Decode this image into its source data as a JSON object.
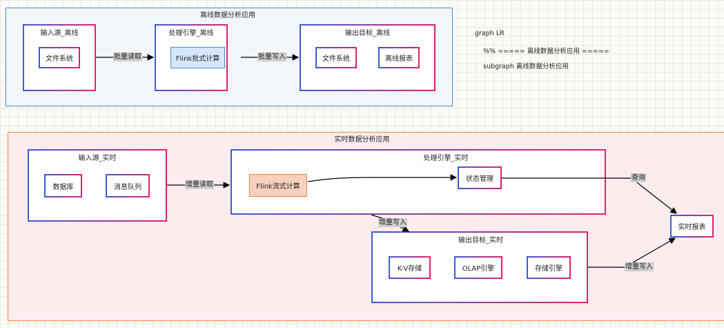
{
  "offline": {
    "title": "离线数据分析应用",
    "input": {
      "title": "输入源_离线",
      "nodes": [
        "文件系统"
      ]
    },
    "engine": {
      "title": "处理引擎_离线",
      "nodes": [
        "Flink批式计算"
      ]
    },
    "output": {
      "title": "输出目标_离线",
      "nodes": [
        "文件系统",
        "离线报表"
      ]
    },
    "edges": [
      "批量读取",
      "批量写入"
    ]
  },
  "realtime": {
    "title": "实时数据分析应用",
    "input": {
      "title": "输入源_实时",
      "nodes": [
        "数据库",
        "消息队列"
      ]
    },
    "engine": {
      "title": "处理引擎_实时",
      "nodes": [
        "Flink流式计算",
        "状态管理"
      ]
    },
    "output": {
      "title": "输出目标_实时",
      "nodes": [
        "K-V存储",
        "OLAP引擎",
        "存储引擎"
      ]
    },
    "report": "实时报表",
    "edges": {
      "read": "增量读取",
      "write_engine": "增量写入",
      "query": "查询",
      "write_output": "增量写入"
    }
  },
  "code": {
    "line1": "graph LR",
    "line2": "%% ===== 离线数据分析应用 =====",
    "line3": "subgraph 离线数据分析应用"
  }
}
